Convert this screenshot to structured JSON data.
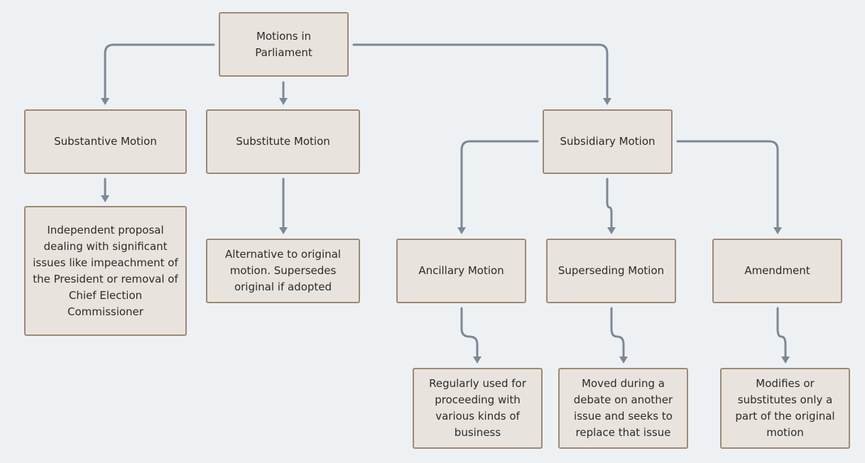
{
  "colors": {
    "background": "#eef1f4",
    "node_fill": "#e8e4dd",
    "node_border": "#9d8a74",
    "connector": "#7b8896",
    "text": "#2b2b2b"
  },
  "nodes": {
    "root": "Motions in Parliament",
    "substantive": "Substantive Motion",
    "substantive_desc": "Independent proposal dealing with significant issues like impeachment of the President or removal of Chief Election Commissioner",
    "substitute": "Substitute Motion",
    "substitute_desc": "Alternative to original motion. Supersedes original if adopted",
    "subsidiary": "Subsidiary Motion",
    "ancillary": "Ancillary Motion",
    "ancillary_desc": "Regularly used for proceeding with various kinds of business",
    "superseding": "Superseding Motion",
    "superseding_desc": "Moved during a debate on another issue and seeks to replace that issue",
    "amendment": "Amendment",
    "amendment_desc": "Modifies or substitutes only a part of the original motion"
  }
}
